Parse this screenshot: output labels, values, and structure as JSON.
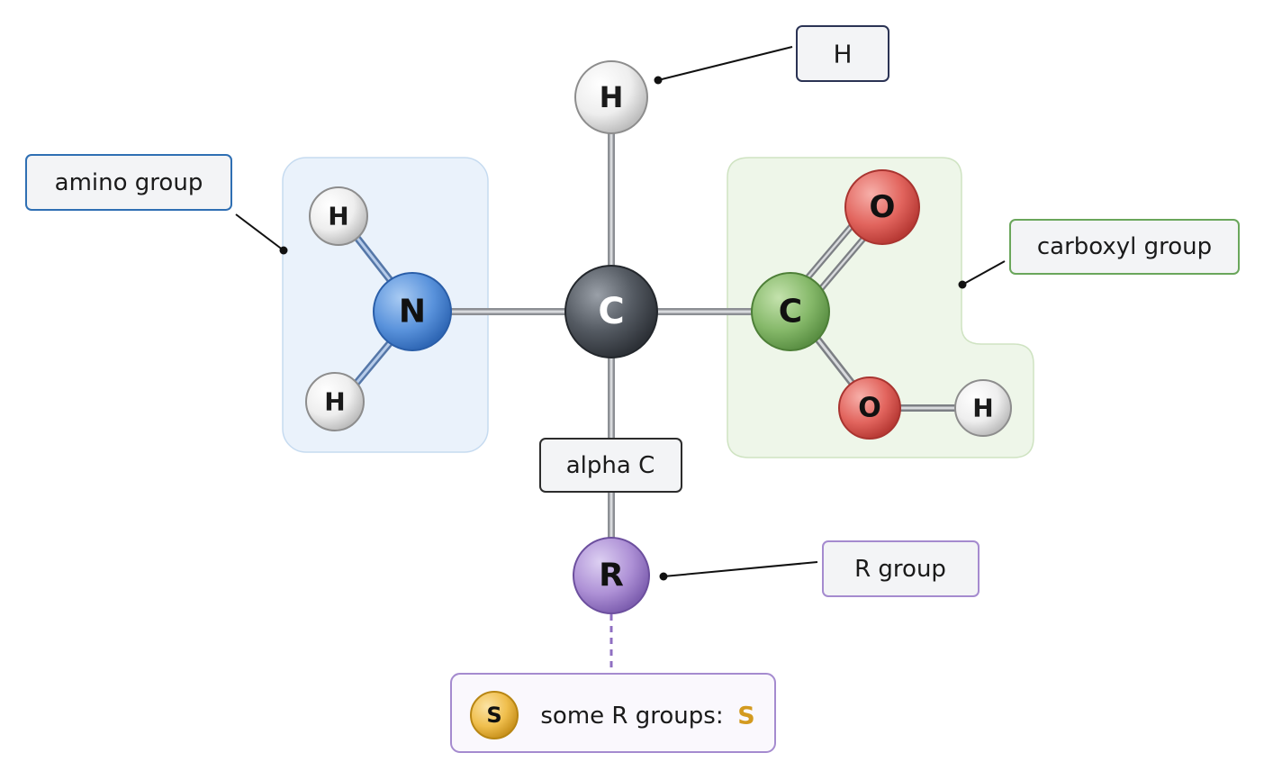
{
  "atoms": {
    "alpha_c": "C",
    "top_h": "H",
    "nitrogen": "N",
    "amino_h_top": "H",
    "amino_h_bottom": "H",
    "carboxyl_c": "C",
    "carbonyl_o": "O",
    "hydroxyl_o": "O",
    "hydroxyl_h": "H",
    "r": "R",
    "sulfur": "S"
  },
  "labels": {
    "hydrogen": "H",
    "amino_group": "amino group",
    "carboxyl_group": "carboxyl group",
    "alpha_c": "alpha C",
    "r_group": "R group",
    "some_r_groups": "some R groups:",
    "some_r_groups_element": "S"
  },
  "colors": {
    "amino_region": "#eaf2fb",
    "carboxyl_region": "#eef6e9",
    "nitrogen": "#4a86d6",
    "alpha_carbon": "#4a4f57",
    "carboxyl_carbon": "#7db25f",
    "oxygen": "#e0605a",
    "hydrogen": "#f2f2f2",
    "r_group": "#a98ad2",
    "sulfur": "#eab53e",
    "amino_label_border": "#2f6fb3",
    "carboxyl_label_border": "#6aa65b",
    "r_label_border": "#a58bcf",
    "h_label_border": "#2b3354"
  }
}
